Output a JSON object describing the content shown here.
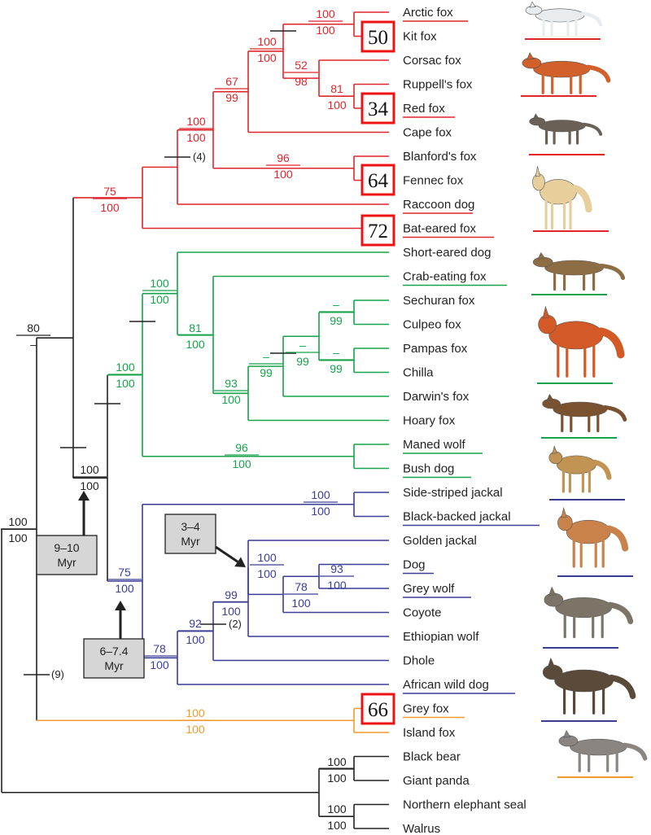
{
  "colors": {
    "vulpini": "#e0262b",
    "south_american": "#17a34a",
    "wolf_like": "#3a3d96",
    "gray_fox": "#f39a2e",
    "outgroup": "#222222",
    "highlight": "#ee1111",
    "myr_box": "#d6d6d6"
  },
  "taxa": [
    {
      "name": "Arctic fox",
      "underline": true,
      "group": "vulpini"
    },
    {
      "name": "Kit fox",
      "underline": false,
      "group": "vulpini"
    },
    {
      "name": "Corsac fox",
      "underline": false,
      "group": "vulpini"
    },
    {
      "name": "Ruppell's fox",
      "underline": false,
      "group": "vulpini"
    },
    {
      "name": "Red fox",
      "underline": true,
      "group": "vulpini"
    },
    {
      "name": "Cape fox",
      "underline": false,
      "group": "vulpini"
    },
    {
      "name": "Blanford's fox",
      "underline": false,
      "group": "vulpini"
    },
    {
      "name": "Fennec fox",
      "underline": false,
      "group": "vulpini"
    },
    {
      "name": "Raccoon dog",
      "underline": true,
      "group": "vulpini"
    },
    {
      "name": "Bat-eared fox",
      "underline": true,
      "group": "vulpini"
    },
    {
      "name": "Short-eared dog",
      "underline": false,
      "group": "south_american"
    },
    {
      "name": "Crab-eating fox",
      "underline": true,
      "group": "south_american"
    },
    {
      "name": "Sechuran fox",
      "underline": false,
      "group": "south_american"
    },
    {
      "name": "Culpeo fox",
      "underline": false,
      "group": "south_american"
    },
    {
      "name": "Pampas fox",
      "underline": false,
      "group": "south_american"
    },
    {
      "name": "Chilla",
      "underline": false,
      "group": "south_american"
    },
    {
      "name": "Darwin's fox",
      "underline": false,
      "group": "south_american"
    },
    {
      "name": "Hoary fox",
      "underline": false,
      "group": "south_american"
    },
    {
      "name": "Maned wolf",
      "underline": true,
      "group": "south_american"
    },
    {
      "name": "Bush dog",
      "underline": true,
      "group": "south_american"
    },
    {
      "name": "Side-striped jackal",
      "underline": false,
      "group": "wolf_like"
    },
    {
      "name": "Black-backed jackal",
      "underline": true,
      "group": "wolf_like"
    },
    {
      "name": "Golden jackal",
      "underline": false,
      "group": "wolf_like"
    },
    {
      "name": "Dog",
      "underline": true,
      "group": "wolf_like"
    },
    {
      "name": "Grey wolf",
      "underline": true,
      "group": "wolf_like"
    },
    {
      "name": "Coyote",
      "underline": false,
      "group": "wolf_like"
    },
    {
      "name": "Ethiopian wolf",
      "underline": false,
      "group": "wolf_like"
    },
    {
      "name": "Dhole",
      "underline": false,
      "group": "wolf_like"
    },
    {
      "name": "African wild dog",
      "underline": true,
      "group": "wolf_like"
    },
    {
      "name": "Grey fox",
      "underline": true,
      "group": "gray_fox"
    },
    {
      "name": "Island fox",
      "underline": false,
      "group": "gray_fox"
    },
    {
      "name": "Black bear",
      "underline": false,
      "group": "outgroup"
    },
    {
      "name": "Giant panda",
      "underline": false,
      "group": "outgroup"
    },
    {
      "name": "Northern elephant seal",
      "underline": false,
      "group": "outgroup"
    },
    {
      "name": "Walrus",
      "underline": false,
      "group": "outgroup"
    }
  ],
  "support_values": [
    {
      "clade": "arctic-kit",
      "top": "100",
      "bottom": "100",
      "group": "vulpini"
    },
    {
      "clade": "arctic-kit-corsac",
      "top": "100",
      "bottom": "100",
      "group": "vulpini"
    },
    {
      "clade": "corsac-ruppell-red",
      "top": "52",
      "bottom": "98",
      "group": "vulpini"
    },
    {
      "clade": "ruppell-red",
      "top": "81",
      "bottom": "100",
      "group": "vulpini"
    },
    {
      "clade": "vulpes-with-cape",
      "top": "67",
      "bottom": "99",
      "group": "vulpini"
    },
    {
      "clade": "vulpes-all",
      "top": "100",
      "bottom": "100",
      "group": "vulpini"
    },
    {
      "clade": "blanford-fennec",
      "top": "96",
      "bottom": "100",
      "group": "vulpini"
    },
    {
      "clade": "red-fox-like",
      "top": "75",
      "bottom": "100",
      "group": "vulpini"
    },
    {
      "clade": "short-eared-group",
      "top": "100",
      "bottom": "100",
      "group": "south_american"
    },
    {
      "clade": "crab-eating-group",
      "top": "81",
      "bottom": "100",
      "group": "south_american"
    },
    {
      "clade": "lycalopex",
      "top": "93",
      "bottom": "100",
      "group": "south_american"
    },
    {
      "clade": "lycalopex-inner",
      "top": "–",
      "bottom": "99",
      "group": "south_american"
    },
    {
      "clade": "sechuran-culpeo-pampas",
      "top": "–",
      "bottom": "99",
      "group": "south_american"
    },
    {
      "clade": "sechuran-culpeo",
      "top": "–",
      "bottom": "99",
      "group": "south_american"
    },
    {
      "clade": "pampas-chilla",
      "top": "–",
      "bottom": "99",
      "group": "south_american"
    },
    {
      "clade": "south-american",
      "top": "100",
      "bottom": "100",
      "group": "south_american"
    },
    {
      "clade": "maned-bush",
      "top": "96",
      "bottom": "100",
      "group": "south_american"
    },
    {
      "clade": "jackals",
      "top": "100",
      "bottom": "100",
      "group": "wolf_like"
    },
    {
      "clade": "wolf-like-core",
      "top": "75",
      "bottom": "100",
      "group": "wolf_like"
    },
    {
      "clade": "golden-dog-coyote",
      "top": "100",
      "bottom": "100",
      "group": "wolf_like"
    },
    {
      "clade": "dog-wolf",
      "top": "93",
      "bottom": "100",
      "group": "wolf_like"
    },
    {
      "clade": "dog-wolf-coyote",
      "top": "78",
      "bottom": "100",
      "group": "wolf_like"
    },
    {
      "clade": "canis-ethiopian",
      "top": "99",
      "bottom": "100",
      "group": "wolf_like"
    },
    {
      "clade": "canis-dhole",
      "top": "92",
      "bottom": "100",
      "group": "wolf_like"
    },
    {
      "clade": "wolf-like-all",
      "top": "78",
      "bottom": "100",
      "group": "wolf_like"
    },
    {
      "clade": "canini",
      "top": "100",
      "bottom": "100",
      "group": "outgroup"
    },
    {
      "clade": "red-fox-plus-canini",
      "top": "80",
      "bottom": "–",
      "group": "outgroup"
    },
    {
      "clade": "canidae",
      "top": "100",
      "bottom": "100",
      "group": "outgroup"
    },
    {
      "clade": "gray-island-fox",
      "top": "100",
      "bottom": "100",
      "group": "gray_fox"
    },
    {
      "clade": "bear-panda",
      "top": "100",
      "bottom": "100",
      "group": "outgroup"
    },
    {
      "clade": "seal-walrus",
      "top": "100",
      "bottom": "100",
      "group": "outgroup"
    }
  ],
  "indel_counts": [
    "(4)",
    "(2)",
    "(9)"
  ],
  "myr_boxes": [
    {
      "id": "myr-9-10",
      "line1": "9–10",
      "line2": "Myr"
    },
    {
      "id": "myr-6-7",
      "line1": "6–7.4",
      "line2": "Myr"
    },
    {
      "id": "myr-3-4",
      "line1": "3–4",
      "line2": "Myr"
    }
  ],
  "highlight_boxes": [
    {
      "value": "50",
      "near_taxon": "Kit fox"
    },
    {
      "value": "34",
      "near_taxon": "Red fox"
    },
    {
      "value": "64",
      "near_taxon": "Fennec fox"
    },
    {
      "value": "72",
      "near_taxon": "Bat-eared fox"
    },
    {
      "value": "66",
      "near_taxon": "Grey fox"
    }
  ],
  "animal_illustrations": [
    {
      "name": "arctic-fox-illustration",
      "group": "vulpini"
    },
    {
      "name": "red-fox-illustration",
      "group": "vulpini"
    },
    {
      "name": "raccoon-dog-illustration",
      "group": "vulpini"
    },
    {
      "name": "fennec-fox-illustration",
      "group": "vulpini"
    },
    {
      "name": "crab-eating-fox-illustration",
      "group": "south_american"
    },
    {
      "name": "maned-wolf-illustration",
      "group": "south_american"
    },
    {
      "name": "bush-dog-illustration",
      "group": "south_american"
    },
    {
      "name": "jackal-illustration",
      "group": "wolf_like"
    },
    {
      "name": "dog-illustration",
      "group": "wolf_like"
    },
    {
      "name": "grey-wolf-illustration",
      "group": "wolf_like"
    },
    {
      "name": "african-wild-dog-illustration",
      "group": "wolf_like"
    },
    {
      "name": "grey-fox-illustration",
      "group": "gray_fox"
    }
  ]
}
